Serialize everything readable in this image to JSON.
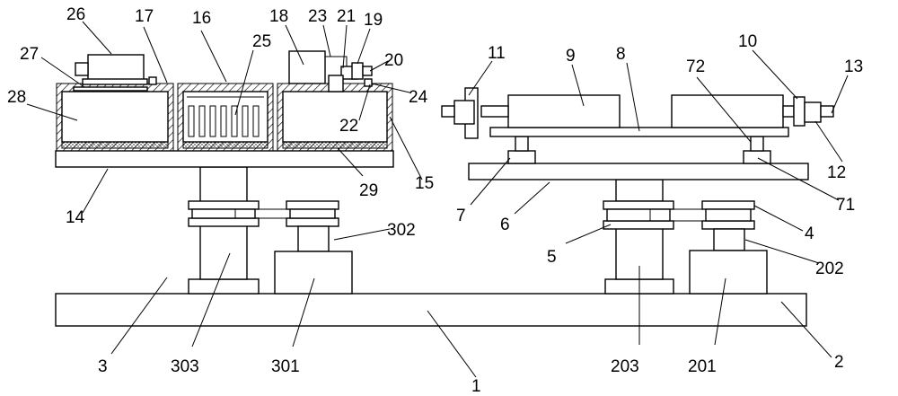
{
  "labels": {
    "l1": "1",
    "l2": "2",
    "l3": "3",
    "l4": "4",
    "l5": "5",
    "l6": "6",
    "l7": "7",
    "l8": "8",
    "l9": "9",
    "l10": "10",
    "l11": "11",
    "l12": "12",
    "l13": "13",
    "l14": "14",
    "l15": "15",
    "l16": "16",
    "l17": "17",
    "l18": "18",
    "l19": "19",
    "l20": "20",
    "l21": "21",
    "l22": "22",
    "l23": "23",
    "l24": "24",
    "l25": "25",
    "l26": "26",
    "l27": "27",
    "l28": "28",
    "l29": "29",
    "l71": "71",
    "l72": "72",
    "l201": "201",
    "l202": "202",
    "l203": "203",
    "l301": "301",
    "l302": "302",
    "l303": "303"
  }
}
